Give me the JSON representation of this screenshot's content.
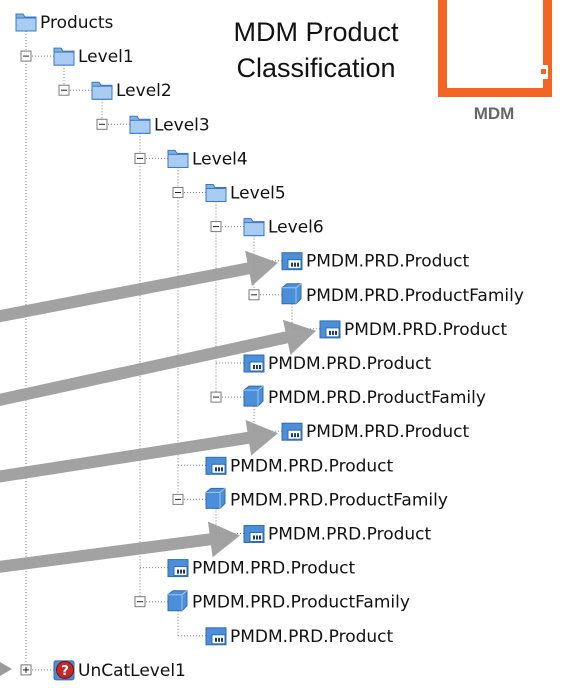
{
  "title": {
    "line1": "MDM Product",
    "line2": "Classification"
  },
  "logo": {
    "label": "MDM",
    "color": "#f26522"
  },
  "tree": [
    {
      "label": "Products",
      "depth": 0,
      "icon": "folder-icon",
      "expander": "none"
    },
    {
      "label": "Level1",
      "depth": 1,
      "icon": "folder-icon",
      "expander": "minus"
    },
    {
      "label": "Level2",
      "depth": 2,
      "icon": "folder-icon",
      "expander": "minus"
    },
    {
      "label": "Level3",
      "depth": 3,
      "icon": "folder-icon",
      "expander": "minus"
    },
    {
      "label": "Level4",
      "depth": 4,
      "icon": "folder-icon",
      "expander": "minus"
    },
    {
      "label": "Level5",
      "depth": 5,
      "icon": "folder-icon",
      "expander": "minus"
    },
    {
      "label": "Level6",
      "depth": 6,
      "icon": "folder-icon",
      "expander": "minus"
    },
    {
      "label": "PMDM.PRD.Product",
      "depth": 7,
      "icon": "product-icon",
      "expander": "none"
    },
    {
      "label": "PMDM.PRD.ProductFamily",
      "depth": 7,
      "icon": "product-family-icon",
      "expander": "minus"
    },
    {
      "label": "PMDM.PRD.Product",
      "depth": 8,
      "icon": "product-icon",
      "expander": "none"
    },
    {
      "label": "PMDM.PRD.Product",
      "depth": 6,
      "icon": "product-icon",
      "expander": "none"
    },
    {
      "label": "PMDM.PRD.ProductFamily",
      "depth": 6,
      "icon": "product-family-icon",
      "expander": "minus"
    },
    {
      "label": "PMDM.PRD.Product",
      "depth": 7,
      "icon": "product-icon",
      "expander": "none"
    },
    {
      "label": "PMDM.PRD.Product",
      "depth": 5,
      "icon": "product-icon",
      "expander": "none"
    },
    {
      "label": "PMDM.PRD.ProductFamily",
      "depth": 5,
      "icon": "product-family-icon",
      "expander": "minus"
    },
    {
      "label": "PMDM.PRD.Product",
      "depth": 6,
      "icon": "product-icon",
      "expander": "none"
    },
    {
      "label": "PMDM.PRD.Product",
      "depth": 4,
      "icon": "product-icon",
      "expander": "none"
    },
    {
      "label": "PMDM.PRD.ProductFamily",
      "depth": 4,
      "icon": "product-family-icon",
      "expander": "minus"
    },
    {
      "label": "PMDM.PRD.Product",
      "depth": 5,
      "icon": "product-icon",
      "expander": "none"
    },
    {
      "label": "UnCatLevel1",
      "depth": 1,
      "icon": "uncategorized-icon",
      "expander": "plus"
    }
  ],
  "arrow_targets": [
    7,
    9,
    12,
    15
  ],
  "colors": {
    "folder": "#7fb3e8",
    "folder_dark": "#3a78c2",
    "product": "#4a8fd8",
    "arrow": "#9a9a9a",
    "uncat": "#c62828"
  }
}
